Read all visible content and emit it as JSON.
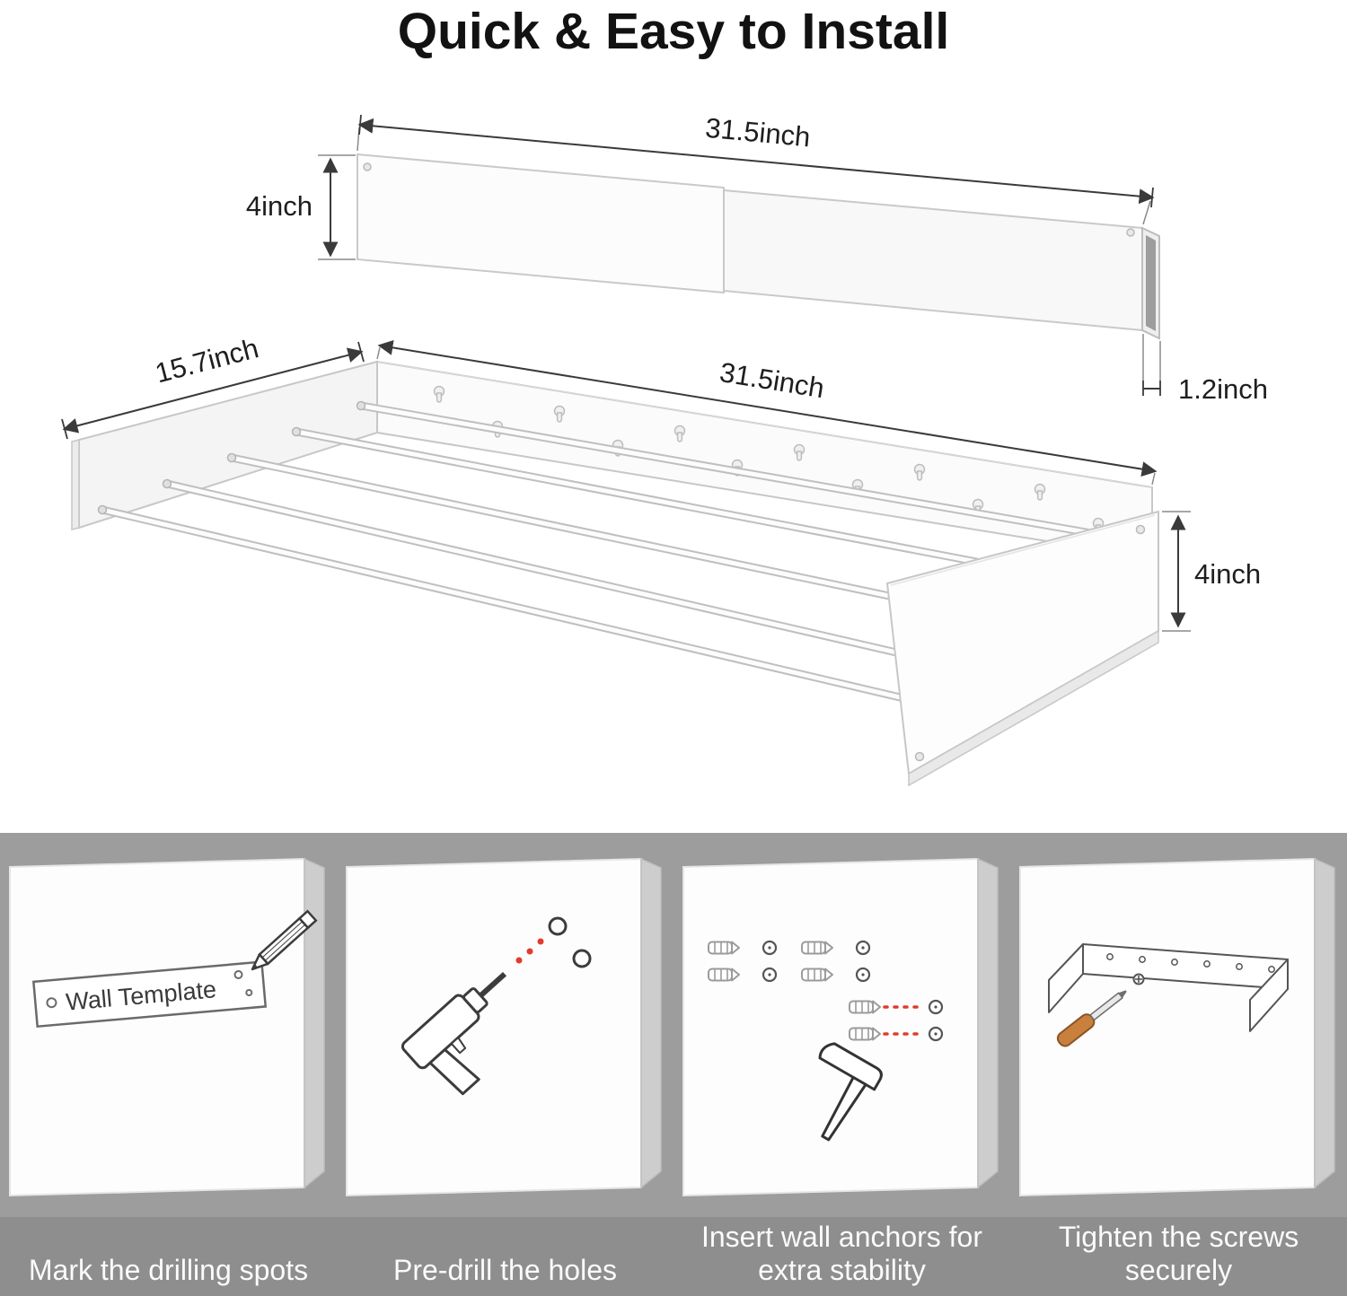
{
  "title": "Quick & Easy to Install",
  "diagram": {
    "collapsed": {
      "width_label": "31.5inch",
      "height_label": "4inch",
      "depth_label": "1.2inch"
    },
    "extended": {
      "depth_label": "15.7inch",
      "width_label": "31.5inch",
      "height_label": "4inch"
    }
  },
  "steps": [
    {
      "icon": "pencil-icon",
      "template_label": "Wall Template",
      "caption": "Mark the drilling spots"
    },
    {
      "icon": "drill-icon",
      "caption": "Pre-drill the holes"
    },
    {
      "icon": "wall-anchor-hammer-icon",
      "caption": "Insert wall anchors for extra stability"
    },
    {
      "icon": "screwdriver-icon",
      "caption": "Tighten the screws securely"
    }
  ],
  "colors": {
    "accent_red": "#e23b2e",
    "screwdriver_handle_orange": "#c9803d",
    "band_gray": "#9d9d9d",
    "caption_text": "#fbfbfb"
  }
}
